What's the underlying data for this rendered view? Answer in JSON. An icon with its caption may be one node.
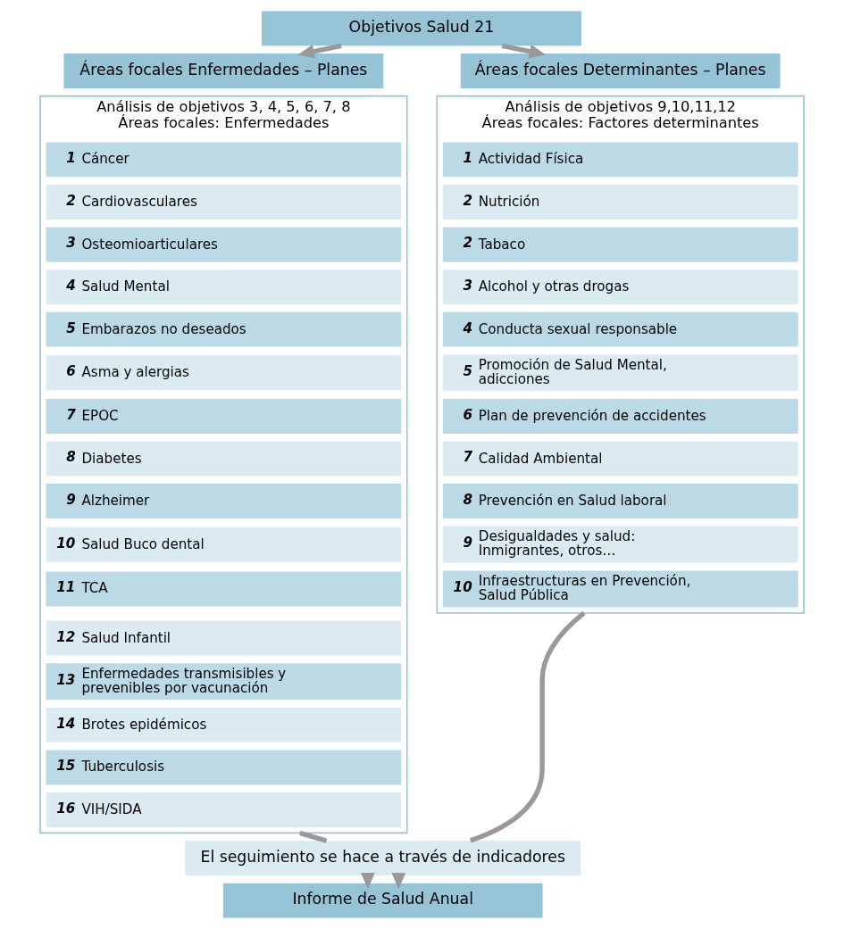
{
  "diagram": {
    "nodes": [
      {
        "text": [
          "Objetivos Salud 21"
        ]
      },
      {
        "text": [
          "Áreas focales Enfermedades – Planes"
        ]
      },
      {
        "text": [
          "Áreas focales Determinantes – Planes"
        ]
      },
      {
        "text": [
          "Análisis de objetivos 3, 4, 5, 6, 7, 8",
          "Áreas focales: Enfermedades"
        ]
      },
      {
        "text": [
          "1",
          "Cáncer"
        ],
        "in": 3
      },
      {
        "text": [
          "2",
          "Cardiovasculares"
        ],
        "in": 3
      },
      {
        "text": [
          "3",
          "Osteomioarticulares"
        ],
        "in": 3
      },
      {
        "text": [
          "4",
          "Salud Mental"
        ],
        "in": 3
      },
      {
        "text": [
          "5",
          "Embarazos no deseados"
        ],
        "in": 3
      },
      {
        "text": [
          "6",
          "Asma y alergias"
        ],
        "in": 3
      },
      {
        "text": [
          "7",
          "EPOC"
        ],
        "in": 3
      },
      {
        "text": [
          "8",
          "Diabetes"
        ],
        "in": 3
      },
      {
        "text": [
          "9",
          "Alzheimer"
        ],
        "in": 3
      },
      {
        "text": [
          "10",
          "Salud Buco dental"
        ],
        "in": 3
      },
      {
        "text": [
          "11",
          "TCA"
        ],
        "in": 3
      },
      {
        "text": [
          "12",
          "Salud Infantil"
        ],
        "in": 3
      },
      {
        "text": [
          "13",
          "Enfermedades transmisibles y prevenibles por vacunación"
        ],
        "in": 3
      },
      {
        "text": [
          "14",
          "Brotes epidémicos"
        ],
        "in": 3
      },
      {
        "text": [
          "15",
          "Tuberculosis"
        ],
        "in": 3
      },
      {
        "text": [
          "16",
          "VIH/SIDA"
        ],
        "in": 3
      },
      {
        "text": [
          "Análisis de objetivos 9,10,11,12",
          "Áreas focales: Factores determinantes"
        ]
      },
      {
        "text": [
          "1",
          "Actividad Física"
        ],
        "in": 20
      },
      {
        "text": [
          "2",
          "Nutrición"
        ],
        "in": 20
      },
      {
        "text": [
          "2",
          "Tabaco"
        ],
        "in": 20
      },
      {
        "text": [
          "3",
          "Alcohol y otras drogas"
        ],
        "in": 20
      },
      {
        "text": [
          "4",
          "Conducta sexual responsable"
        ],
        "in": 20
      },
      {
        "text": [
          "5",
          "Promoción de Salud Mental, adicciones"
        ],
        "in": 20
      },
      {
        "text": [
          "6",
          "Plan de prevención de accidentes"
        ],
        "in": 20
      },
      {
        "text": [
          "7",
          "Calidad Ambiental"
        ],
        "in": 20
      },
      {
        "text": [
          "8",
          "Prevención en Salud laboral"
        ],
        "in": 20
      },
      {
        "text": [
          "9",
          "Desigualdades y salud: Inmigrantes, otros…"
        ],
        "in": 20
      },
      {
        "text": [
          "10",
          "Infraestructuras en Prevención, Salud Pública"
        ],
        "in": 20
      },
      {
        "text": [
          "El seguimiento se hace a través de indicadores"
        ]
      },
      {
        "text": [
          "Informe de Salud Anual"
        ]
      }
    ],
    "edges": [
      {
        "from": 0,
        "to": 1,
        "arrow": "to"
      },
      {
        "from": 0,
        "to": 2,
        "arrow": "to"
      },
      {
        "from": 3,
        "to": 32,
        "arrow": "none"
      },
      {
        "from": 20,
        "to": 32,
        "arrow": "none"
      },
      {
        "from": 32,
        "to": 33,
        "arrow": "to"
      },
      {
        "from": 32,
        "to": 33,
        "arrow": "to"
      }
    ]
  }
}
